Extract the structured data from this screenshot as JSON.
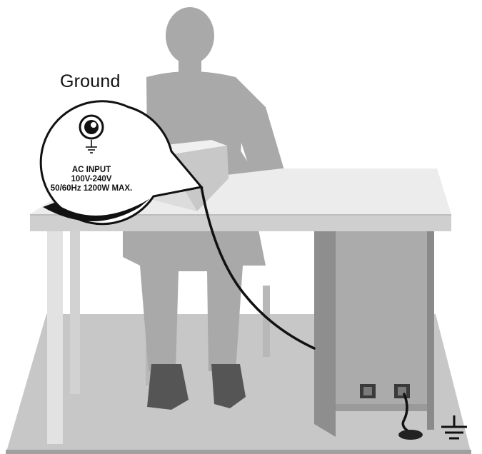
{
  "callout": {
    "title": "Ground",
    "lines": [
      "AC INPUT",
      "100V-240V",
      "50/60Hz 1200W MAX."
    ]
  },
  "icons": [
    "ground-connector-icon",
    "ground-symbol-icon",
    "earth-ground-icon"
  ],
  "colors": {
    "floor": "#c7c7c7",
    "floor_edge": "#a0a0a0",
    "desk_top": "#ececec",
    "desk_edge": "#cfcfcf",
    "cabinet_front": "#ababab",
    "cabinet_side": "#8e8e8e",
    "person": "#a9a9a9",
    "cable": "#111111",
    "shoe": "#555555"
  }
}
